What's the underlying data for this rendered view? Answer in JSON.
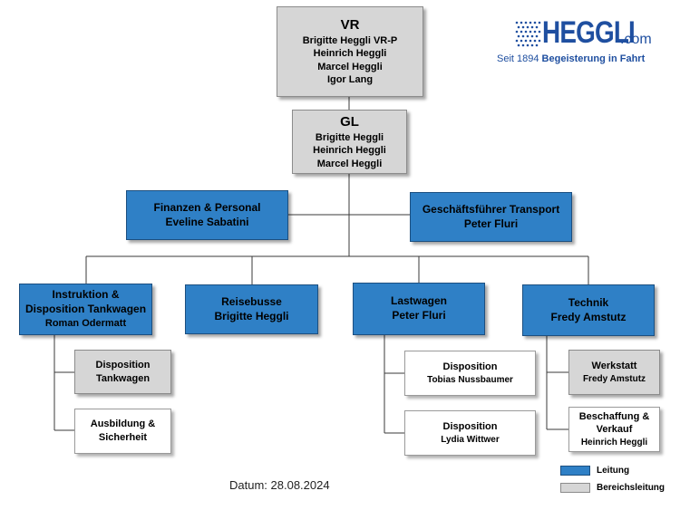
{
  "logo": {
    "word": "HEGGLI",
    "domain": ".com",
    "tagline_plain": "Seit 1894 ",
    "tagline_bold": "Begeisterung in Fahrt"
  },
  "vr": {
    "title": "VR",
    "members": [
      "Brigitte Heggli VR-P",
      "Heinrich Heggli",
      "Marcel Heggli",
      "Igor Lang"
    ]
  },
  "gl": {
    "title": "GL",
    "members": [
      "Brigitte Heggli",
      "Heinrich Heggli",
      "Marcel Heggli"
    ]
  },
  "finanzen": {
    "line1": "Finanzen & Personal",
    "line2": "Eveline Sabatini"
  },
  "gf_transport": {
    "line1": "Geschäftsführer Transport",
    "line2": "Peter Fluri"
  },
  "instruktion": {
    "line1": "Instruktion &",
    "line2": "Disposition Tankwagen",
    "line3": "Roman Odermatt"
  },
  "reisebusse": {
    "line1": "Reisebusse",
    "line2": "Brigitte Heggli"
  },
  "lastwagen": {
    "line1": "Lastwagen",
    "line2": "Peter Fluri"
  },
  "technik": {
    "line1": "Technik",
    "line2": "Fredy Amstutz"
  },
  "disp_tankwagen": {
    "line1": "Disposition",
    "line2": "Tankwagen"
  },
  "ausbildung": {
    "line1": "Ausbildung &",
    "line2": "Sicherheit"
  },
  "disp_nussbaumer": {
    "line1": "Disposition",
    "line2": "Tobias Nussbaumer"
  },
  "disp_wittwer": {
    "line1": "Disposition",
    "line2": "Lydia Wittwer"
  },
  "werkstatt": {
    "line1": "Werkstatt",
    "line2": "Fredy Amstutz"
  },
  "beschaffung": {
    "line1": "Beschaffung  &",
    "line2": "Verkauf",
    "line3": "Heinrich Heggli"
  },
  "date": "Datum: 28.08.2024",
  "legend": [
    {
      "label": "Leitung",
      "color": "#2f80c6"
    },
    {
      "label": "Bereichsleitung",
      "color": "#d6d6d6"
    }
  ],
  "colors": {
    "leitung": "#2f80c6",
    "bereichsleitung": "#d6d6d6",
    "logo": "#1f4fa0"
  }
}
